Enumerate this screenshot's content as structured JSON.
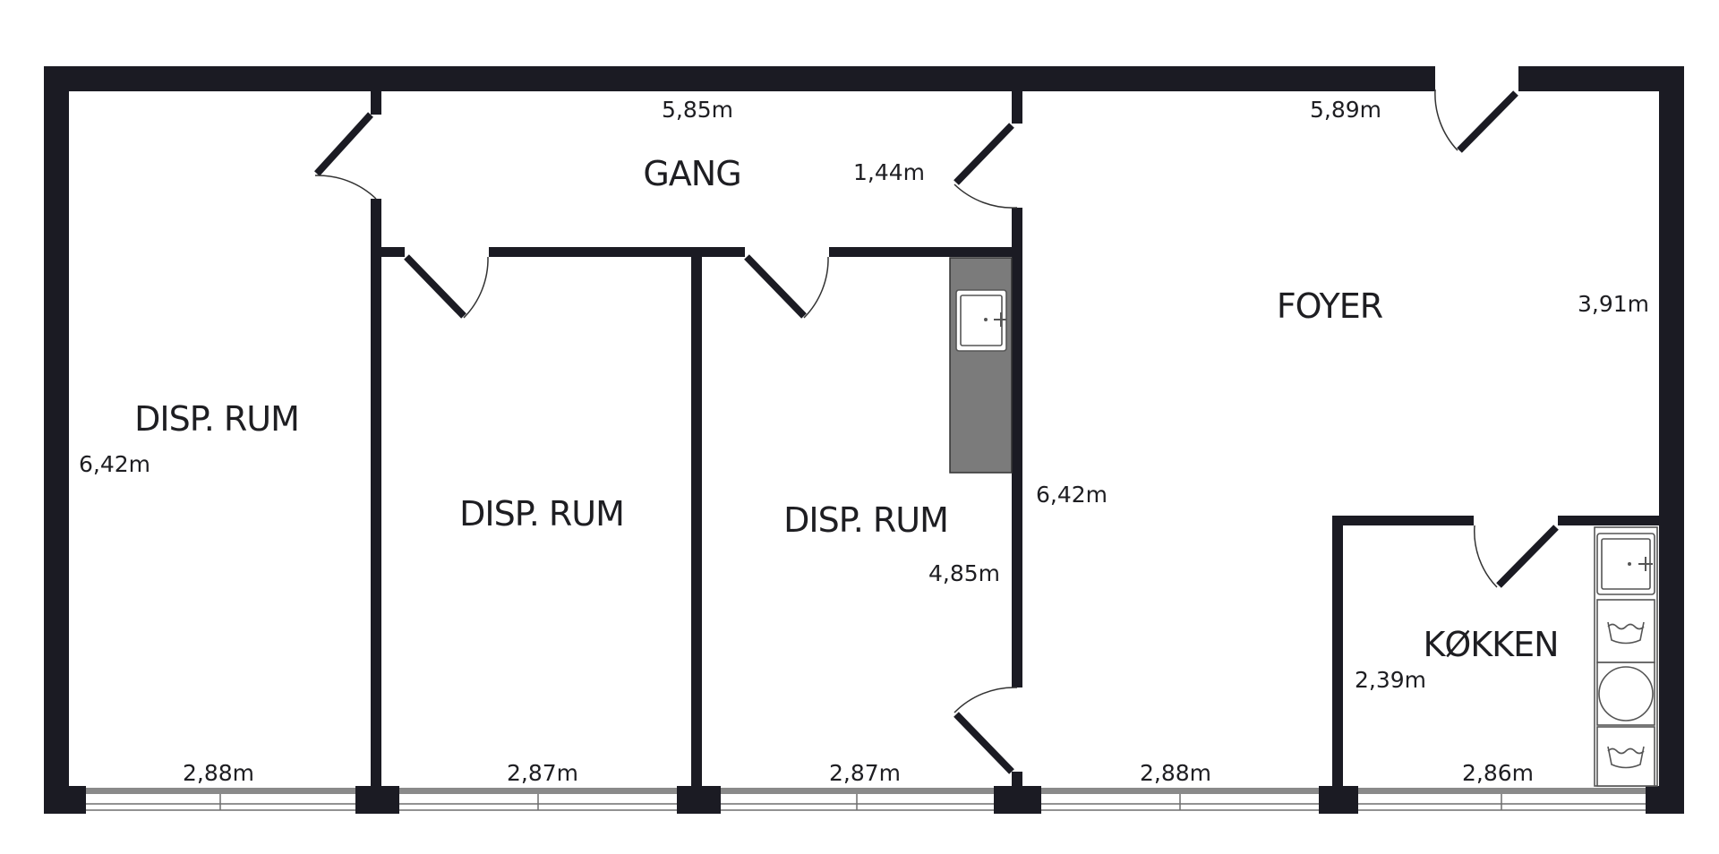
{
  "rooms": {
    "disp1": "DISP. RUM",
    "disp2": "DISP. RUM",
    "disp3": "DISP. RUM",
    "gang": "GANG",
    "foyer": "FOYER",
    "kokken": "KØKKEN"
  },
  "dimensions": {
    "gang_width": "5,85m",
    "gang_depth": "1,44m",
    "foyer_width": "5,89m",
    "foyer_depth": "3,91m",
    "disp1_depth": "6,42m",
    "foyer_side_depth": "6,42m",
    "disp3_depth": "4,85m",
    "kokken_depth": "2,39m",
    "bottom_1": "2,88m",
    "bottom_2": "2,87m",
    "bottom_3": "2,87m",
    "bottom_4": "2,88m",
    "bottom_5": "2,86m"
  },
  "icons": {
    "door": "door-swing-icon",
    "sink": "sink-icon",
    "washer": "washing-machine-icon",
    "dryer": "tumble-dryer-icon",
    "window": "window-icon"
  },
  "colors": {
    "wall": "#1b1b23",
    "counter": "#7b7b7b",
    "background": "#ffffff"
  }
}
